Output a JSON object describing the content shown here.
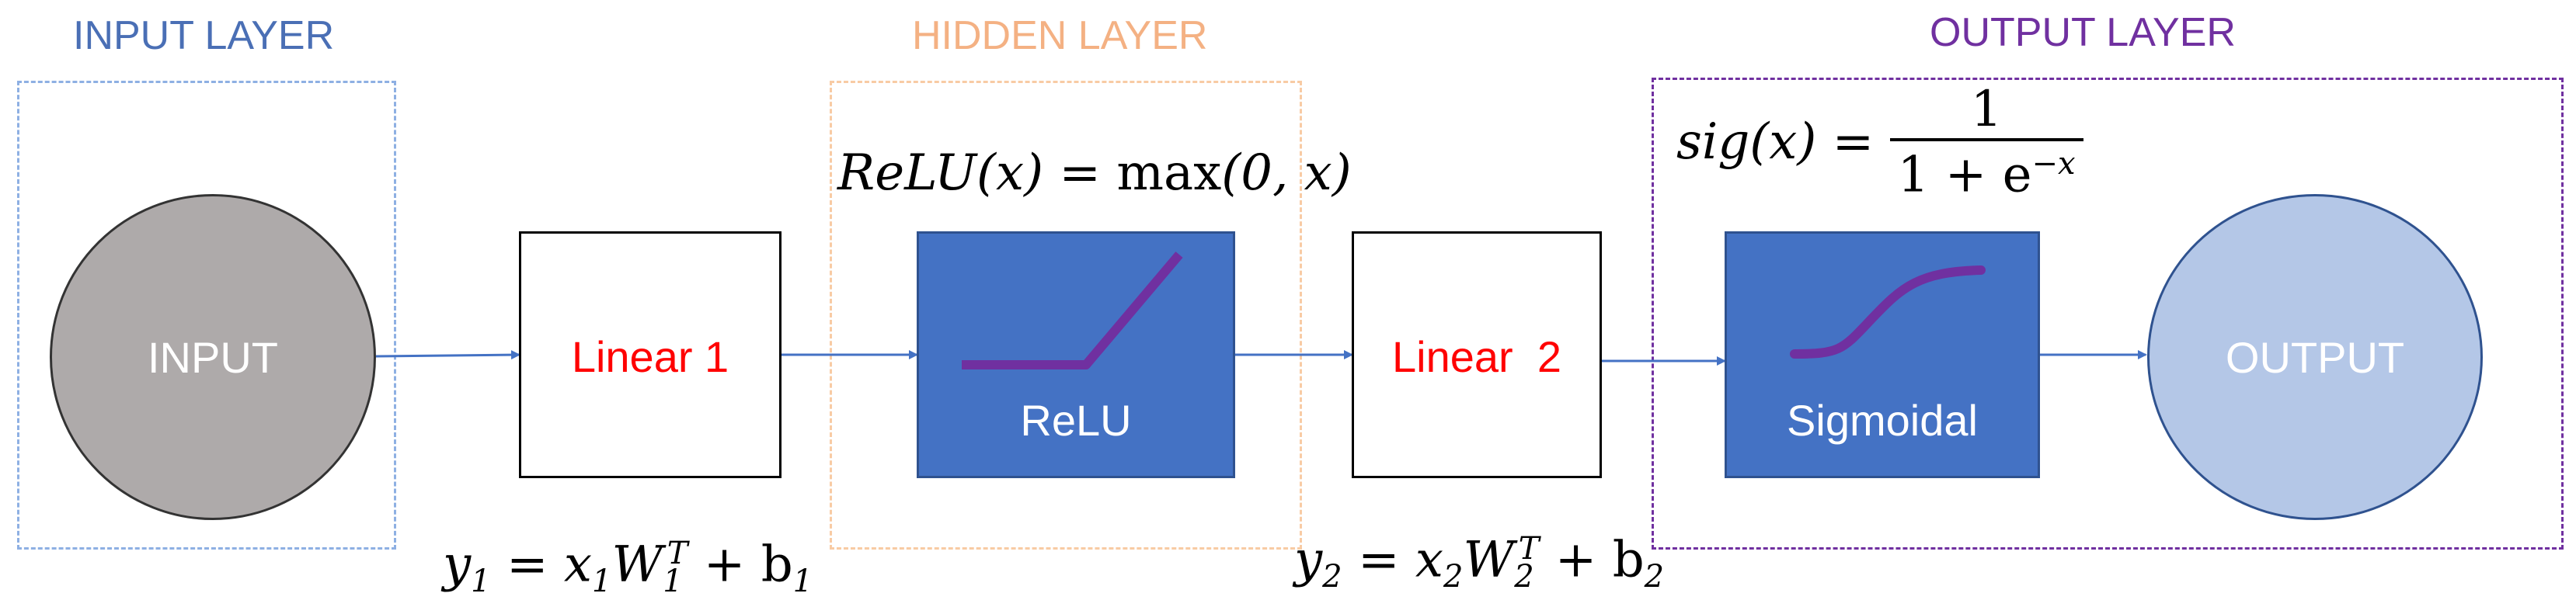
{
  "layers": {
    "input": {
      "title": "INPUT LAYER",
      "color": "#4a6fb5",
      "border": "#8eb0e3"
    },
    "hidden": {
      "title": "HIDDEN LAYER",
      "color": "#f4b183",
      "border": "#f8cba4"
    },
    "output": {
      "title": "OUTPUT LAYER",
      "color": "#7030a0",
      "border": "#7030a0"
    }
  },
  "nodes": {
    "input": {
      "label": "INPUT",
      "fill": "#aeaaaa"
    },
    "linear1": {
      "label": "Linear 1"
    },
    "relu": {
      "label": "ReLU",
      "fill": "#4472c4",
      "curve": "#7030a0"
    },
    "linear2": {
      "label": "Linear  2"
    },
    "sigmoid": {
      "label": "Sigmoidal",
      "fill": "#4472c4",
      "curve": "#7030a0"
    },
    "output": {
      "label": "OUTPUT",
      "fill": "#b4c7e7"
    }
  },
  "equations": {
    "relu": {
      "lhs": "ReLU(x)",
      "eq": " = ",
      "fn": "max",
      "args": "(0, x)"
    },
    "sigmoid": {
      "lhs": "sig(x)",
      "eq": " = ",
      "numerator": "1",
      "denominator_base": "1 + e",
      "denominator_exp": "−x"
    },
    "linear1": {
      "y": "y",
      "y_sub": "1",
      "eq": " = ",
      "x": "x",
      "x_sub": "1",
      "w": "W",
      "w_sub": "1",
      "w_sup": "T",
      "plus": " + ",
      "b": "b",
      "b_sub": "1"
    },
    "linear2": {
      "y": "y",
      "y_sub": "2",
      "eq": " = ",
      "x": "x",
      "x_sub": "2",
      "w": "W",
      "w_sub": "2",
      "w_sup": "T",
      "plus": " + ",
      "b": "b",
      "b_sub": "2"
    }
  },
  "colors": {
    "arrow": "#4472c4",
    "linear_text": "#ff0000"
  }
}
